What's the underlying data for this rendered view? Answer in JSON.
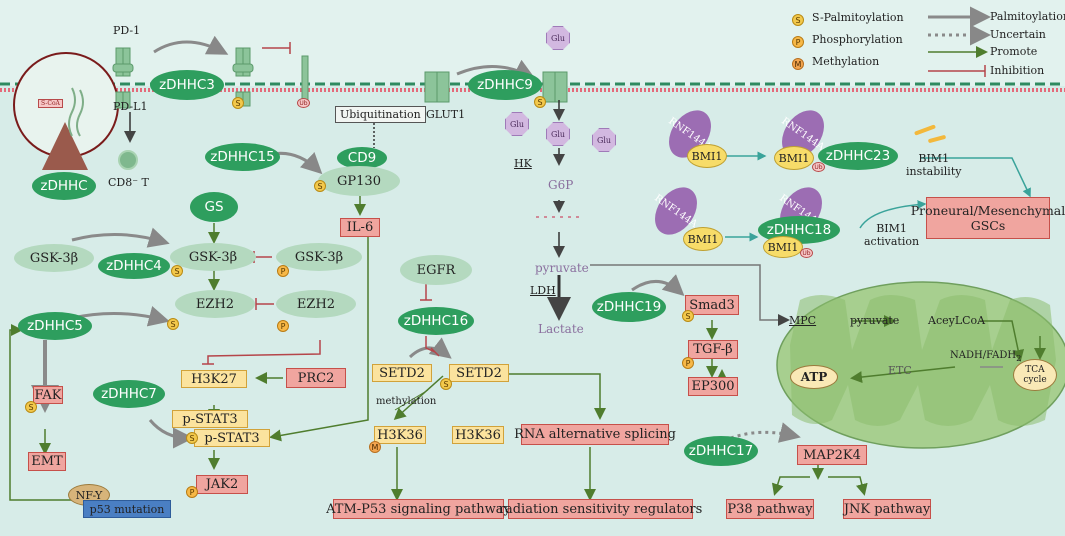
{
  "membrane": {
    "pd1": "PD-1",
    "pdl1": "PD-L1",
    "cd8": "CD8⁻ T",
    "glut1": "GLUT1",
    "scoa": "S-CoA",
    "zdhhc": "zDHHC"
  },
  "nodes": {
    "zdhhc3": "zDHHC3",
    "zdhhc9": "zDHHC9",
    "zdhhc15": "zDHHC15",
    "zdhhc4": "zDHHC4",
    "zdhhc5": "zDHHC5",
    "zdhhc7": "zDHHC7",
    "zdhhc16": "zDHHC16",
    "zdhhc19": "zDHHC19",
    "zdhhc17": "zDHHC17",
    "zdhhc23": "zDHHC23",
    "zdhhc18": "zDHHC18",
    "cd9": "CD9",
    "gp130": "GP130",
    "il6": "IL-6",
    "gs": "GS",
    "gsk": "GSK-3β",
    "ezh2": "EZH2",
    "fak": "FAK",
    "emt": "EMT",
    "h3k27": "H3K27",
    "prc2": "PRC2",
    "pstat3": "p-STAT3",
    "jak2": "JAK2",
    "nfy": "NF-Y",
    "p53mut": "p53 mutation",
    "egfr": "EGFR",
    "setd2": "SETD2",
    "methylation": "methylation",
    "h3k36": "H3K36",
    "rna_splice": "RNA alternative splicing",
    "atm": "ATM-P53 signaling pathway",
    "radiation": "radiation sensitivity regulators",
    "glu": "Glu",
    "hk": "HK",
    "g6p": "G6P",
    "pyruvate": "pyruvate",
    "ldh": "LDH",
    "lactate": "Lactate",
    "smad3": "Smad3",
    "tgfb": "TGF-β",
    "ep300": "EP300",
    "map2k4": "MAP2K4",
    "p38": "P38 pathway",
    "jnk": "JNK pathway",
    "rnf": "RNF144A",
    "bmi1": "BMI1",
    "bim1_instab": "BIM1\ninstability",
    "bim1_act": "BIM1\nactivation",
    "gscs": "Proneural/Mesenchymal\nGSCs",
    "mpc": "MPC",
    "acetyl": "AceyLCoA",
    "nadh": "NADH/FADH",
    "nadh_sub": "2",
    "tca": "TCA\ncycle",
    "etc": "ETC",
    "atp": "ATP",
    "ubiquitination": "Ubiquitination"
  },
  "badges": {
    "s": "S",
    "p": "P",
    "m": "M",
    "ub": "Ub"
  },
  "legend": {
    "s_palm": "S-Palmitoylation",
    "phos": "Phosphorylation",
    "meth": "Methylation",
    "palm": "Palmitoylation",
    "uncertain": "Uncertain",
    "promote": "Promote",
    "inhibition": "Inhibition"
  },
  "colors": {
    "background": "#d7ece8",
    "membrane": "#e46a7a",
    "green": "#2e9e5e",
    "red_box": "#f0a59f",
    "yellow_box": "#fbe39e",
    "purple": "#9c6db3"
  }
}
